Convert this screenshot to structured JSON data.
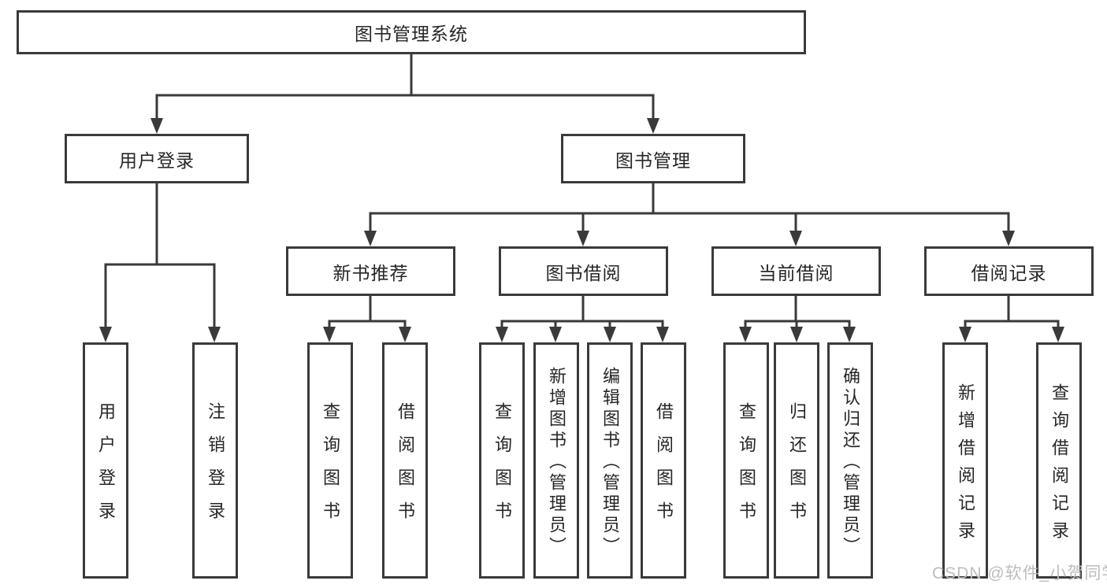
{
  "diagram_type": "hierarchy-tree",
  "watermark": "CSDN @软件_小贺同学",
  "colors": {
    "line": "#3a3a3a",
    "box_border": "#3a3a3a",
    "box_background": "#ffffff",
    "text": "#262626",
    "watermark": "#bdbdbd",
    "page_background": "#ffffff"
  },
  "tree": {
    "root": {
      "label": "图书管理系统"
    },
    "branches": [
      {
        "label": "用户登录",
        "children": [
          {
            "label": "用户登录"
          },
          {
            "label": "注销登录"
          }
        ]
      },
      {
        "label": "图书管理",
        "children": [
          {
            "label": "新书推荐",
            "children": [
              {
                "label": "查询图书"
              },
              {
                "label": "借阅图书"
              }
            ]
          },
          {
            "label": "图书借阅",
            "children": [
              {
                "label": "查询图书"
              },
              {
                "label": "新增图书（管理员）"
              },
              {
                "label": "编辑图书（管理员）"
              },
              {
                "label": "借阅图书"
              }
            ]
          },
          {
            "label": "当前借阅",
            "children": [
              {
                "label": "查询图书"
              },
              {
                "label": "归还图书"
              },
              {
                "label": "确认归还（管理员）"
              }
            ]
          },
          {
            "label": "借阅记录",
            "children": [
              {
                "label": "新增借阅记录"
              },
              {
                "label": "查询借阅记录"
              }
            ]
          }
        ]
      }
    ]
  }
}
